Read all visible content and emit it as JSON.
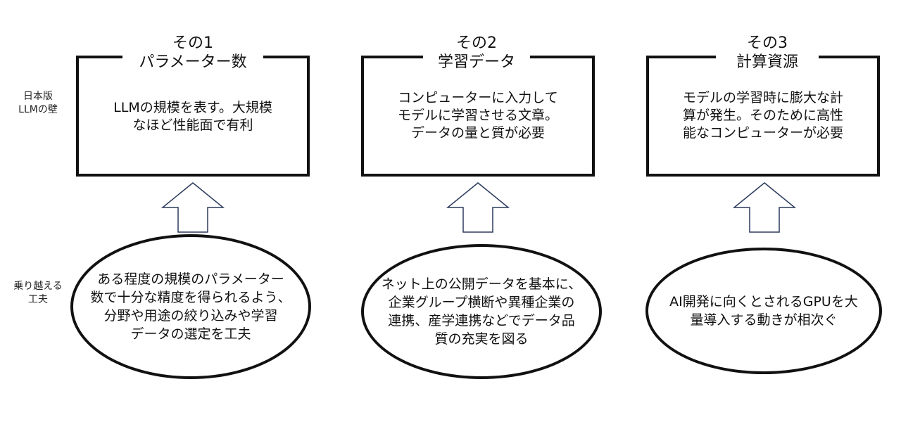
{
  "row_labels": {
    "top": [
      "日本版",
      "LLMの壁"
    ],
    "bottom": [
      "乗り越える",
      "工夫"
    ]
  },
  "columns": [
    {
      "title_line1": "その1",
      "title_line2": "パラメーター数",
      "box_lines": [
        "LLMの規模を表す。大規模",
        "なほど性能面で有利"
      ],
      "oval_lines": [
        "ある程度の規模のパラメーター",
        "数で十分な精度を得られるよう、",
        "分野や用途の絞り込みや学習",
        "データの選定を工夫"
      ]
    },
    {
      "title_line1": "その2",
      "title_line2": "学習データ",
      "box_lines": [
        "コンピューターに入力して",
        "モデルに学習させる文章。",
        "データの量と質が必要"
      ],
      "oval_lines": [
        "ネット上の公開データを基本に、",
        "企業グループ横断や異種企業の",
        "連携、産学連携などでデータ品",
        "質の充実を図る"
      ]
    },
    {
      "title_line1": "その3",
      "title_line2": "計算資源",
      "box_lines": [
        "モデルの学習時に膨大な計",
        "算が発生。そのために高性",
        "能なコンピューターが必要"
      ],
      "oval_lines": [
        "AI開発に向くとされるGPUを大",
        "量導入する動きが相次ぐ"
      ]
    }
  ],
  "colors": {
    "arrow_stroke": "#2b3a5c",
    "border": "#111111"
  }
}
